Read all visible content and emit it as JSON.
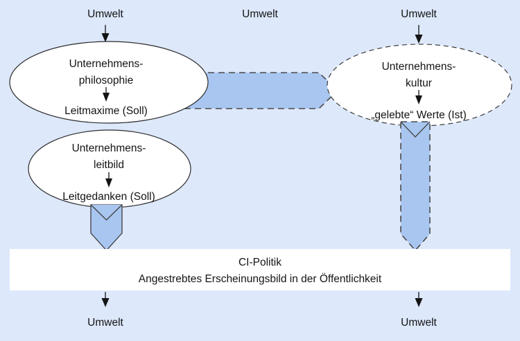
{
  "diagram": {
    "title": "Corporate-Identity Politik Diagramm",
    "background_color": "#dde8fb",
    "arrow_fill_color": "#a8c6f0",
    "node_fill_color": "#ffffff",
    "stroke_color": "#2b2b2b"
  },
  "environment_labels": {
    "top_left": "Umwelt",
    "top_center": "Umwelt",
    "top_right": "Umwelt",
    "bottom_left": "Umwelt",
    "bottom_right": "Umwelt"
  },
  "nodes": {
    "philosophy": {
      "line1": "Unternehmens-",
      "line2": "philosophie",
      "line3": "Leitmaxime (Soll)",
      "border": "solid"
    },
    "leitbild": {
      "line1": "Unternehmens-",
      "line2": "leitbild",
      "line3": "Leitgedanken (Soll)",
      "border": "solid"
    },
    "kultur": {
      "line1": "Unternehmens-",
      "line2": "kultur",
      "line3": "„gelebte“ Werte (Ist)",
      "border": "dashed"
    }
  },
  "policy_box": {
    "line1": "CI-Politik",
    "line2": "Angestrebtes Erscheinungsbild in der Öffentlichkeit"
  }
}
